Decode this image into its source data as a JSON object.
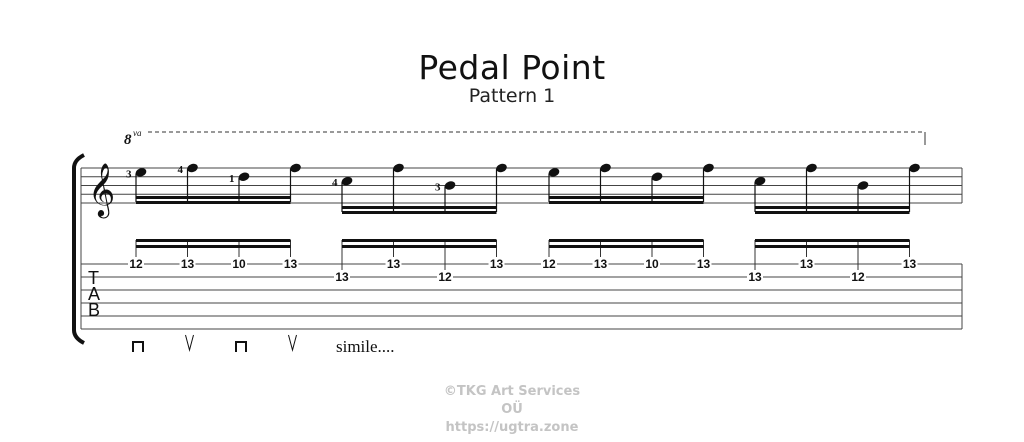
{
  "title": "Pedal Point",
  "subtitle": "Pattern 1",
  "ottava": "8va",
  "tab_clef": [
    "T",
    "A",
    "B"
  ],
  "simile": "simile....",
  "picking": [
    "down-bow",
    "up-bow",
    "down-bow",
    "up-bow"
  ],
  "footer": {
    "line1": "©TKG Art Services",
    "line2": "OÜ",
    "line3": "https://ugtra.zone"
  },
  "measures": [
    {
      "notes": [
        {
          "pitch": "E5",
          "finger": "3",
          "fret": "12",
          "string": 1
        },
        {
          "pitch": "F5",
          "finger": "4",
          "fret": "13",
          "string": 1
        },
        {
          "pitch": "D5",
          "finger": "1",
          "fret": "10",
          "string": 1
        },
        {
          "pitch": "F5",
          "finger": "",
          "fret": "13",
          "string": 1
        }
      ]
    },
    {
      "notes": [
        {
          "pitch": "C5",
          "finger": "4",
          "fret": "13",
          "string": 2
        },
        {
          "pitch": "F5",
          "finger": "",
          "fret": "13",
          "string": 1
        },
        {
          "pitch": "B4",
          "finger": "3",
          "fret": "12",
          "string": 2
        },
        {
          "pitch": "F5",
          "finger": "",
          "fret": "13",
          "string": 1
        }
      ]
    },
    {
      "notes": [
        {
          "pitch": "E5",
          "finger": "",
          "fret": "12",
          "string": 1
        },
        {
          "pitch": "F5",
          "finger": "",
          "fret": "13",
          "string": 1
        },
        {
          "pitch": "D5",
          "finger": "",
          "fret": "10",
          "string": 1
        },
        {
          "pitch": "F5",
          "finger": "",
          "fret": "13",
          "string": 1
        }
      ]
    },
    {
      "notes": [
        {
          "pitch": "C5",
          "finger": "",
          "fret": "13",
          "string": 2
        },
        {
          "pitch": "F5",
          "finger": "",
          "fret": "13",
          "string": 1
        },
        {
          "pitch": "B4",
          "finger": "",
          "fret": "12",
          "string": 2
        },
        {
          "pitch": "F5",
          "finger": "",
          "fret": "13",
          "string": 1
        }
      ]
    }
  ]
}
